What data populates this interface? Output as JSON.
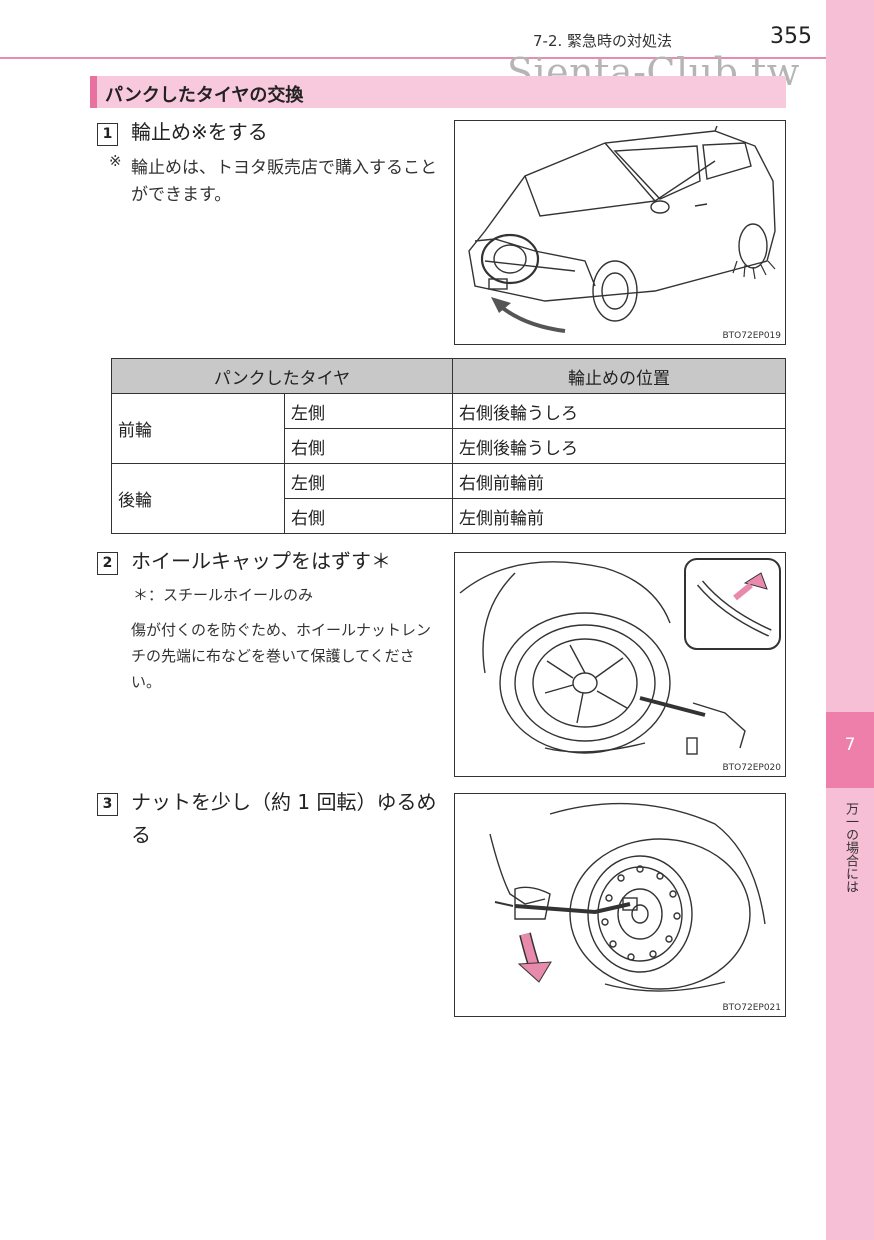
{
  "header": {
    "chapter": "7-2. 緊急時の対処法",
    "page_number": "355",
    "watermark": "Sienta-Club.tw"
  },
  "side_tab": {
    "number": "7",
    "label": "万一の場合には"
  },
  "section": {
    "title": "パンクしたタイヤの交換"
  },
  "steps": [
    {
      "number": "1",
      "text": "輪止め※をする",
      "note_mark": "※",
      "note": "輪止めは、トヨタ販売店で購入することができます。",
      "figure_code": "BTO72EP019"
    },
    {
      "number": "2",
      "text": "ホイールキャップをはずす＊",
      "note": "＊：スチールホイールのみ",
      "detail": "傷が付くのを防ぐため、ホイールナットレンチの先端に布などを巻いて保護してください。",
      "figure_code": "BTO72EP020"
    },
    {
      "number": "3",
      "text": "ナットを少し（約 1 回転）ゆるめる",
      "figure_code": "BTO72EP021"
    }
  ],
  "table": {
    "headers": [
      "パンクしたタイヤ",
      "輪止めの位置"
    ],
    "groups": [
      {
        "tire": "前輪",
        "rows": [
          {
            "side": "左側",
            "position": "右側後輪うしろ"
          },
          {
            "side": "右側",
            "position": "左側後輪うしろ"
          }
        ]
      },
      {
        "tire": "後輪",
        "rows": [
          {
            "side": "左側",
            "position": "右側前輪前"
          },
          {
            "side": "右側",
            "position": "左側前輪前"
          }
        ]
      }
    ]
  },
  "colors": {
    "accent_pink": "#e8719f",
    "section_bar": "#f8c9dc",
    "side_strip": "#f6bfd5",
    "side_tab_active": "#ee7fab",
    "table_header": "#c8c8c8",
    "arrow_pink": "#e88aac"
  }
}
